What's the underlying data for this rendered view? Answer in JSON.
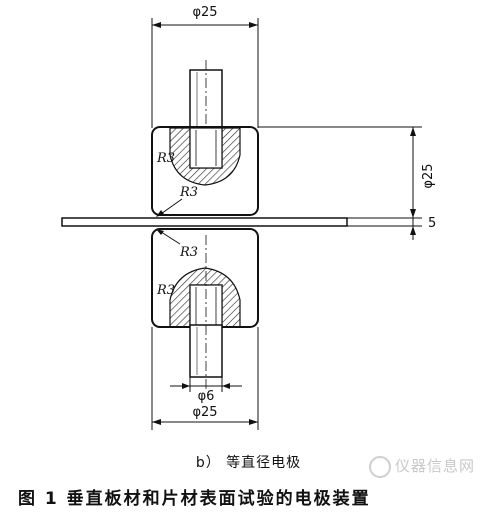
{
  "dimensions": {
    "top_diameter": "φ25",
    "right_height": "φ25",
    "gap": "5",
    "rod_diameter": "φ6",
    "bottom_diameter": "φ25"
  },
  "radius_labels": {
    "upper_left": "R3",
    "upper_corner": "R3",
    "lower_corner": "R3",
    "lower_left": "R3"
  },
  "captions": {
    "subfigure": "b） 等直径电极",
    "figure": "图 1   垂直板材和片材表面试验的电极装置"
  },
  "watermark": "仪器信息网"
}
